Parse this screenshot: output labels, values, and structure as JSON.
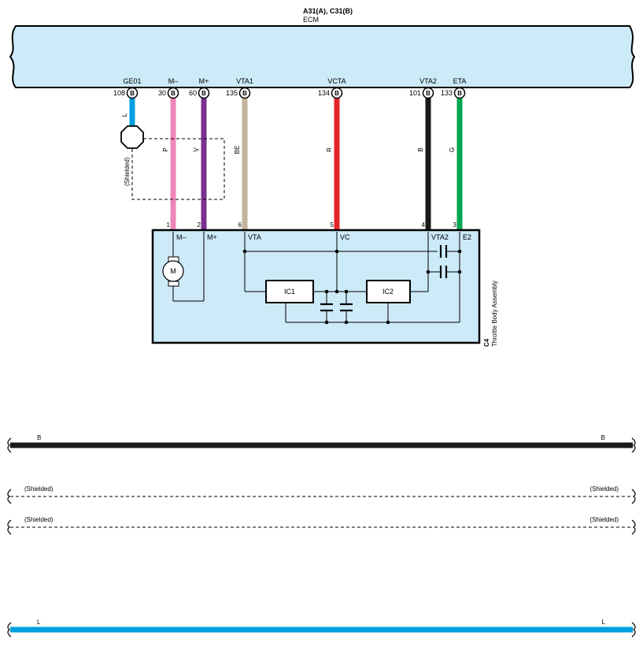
{
  "ecm": {
    "connector": "A31(A), C31(B)",
    "name": "ECM"
  },
  "terminals": [
    {
      "id": "ge01",
      "name": "GE01",
      "pin": "108",
      "conn": "B",
      "wire_code": "L",
      "wire_color": "#009fe0"
    },
    {
      "id": "mminus",
      "name": "M–",
      "pin": "30",
      "conn": "B",
      "wire_code": "P",
      "wire_color": "#ef86b9"
    },
    {
      "id": "mplus",
      "name": "M+",
      "pin": "60",
      "conn": "B",
      "wire_code": "V",
      "wire_color": "#7b2f90"
    },
    {
      "id": "vta1",
      "name": "VTA1",
      "pin": "135",
      "conn": "B",
      "wire_code": "BE",
      "wire_color": "#c2b49b"
    },
    {
      "id": "vcta",
      "name": "VCTA",
      "pin": "134",
      "conn": "B",
      "wire_code": "R",
      "wire_color": "#e5232a"
    },
    {
      "id": "vta2",
      "name": "VTA2",
      "pin": "101",
      "conn": "B",
      "wire_code": "B",
      "wire_color": "#1a1a1a"
    },
    {
      "id": "eta",
      "name": "ETA",
      "pin": "133",
      "conn": "B",
      "wire_code": "G",
      "wire_color": "#00a650"
    }
  ],
  "shield_label": "(Shielded)",
  "throttle": {
    "connector": "C4",
    "name": "Throttle Body Assembly",
    "pins": [
      {
        "num": "1",
        "label": "M–"
      },
      {
        "num": "2",
        "label": "M+"
      },
      {
        "num": "6",
        "label": "VTA"
      },
      {
        "num": "5",
        "label": "VC"
      },
      {
        "num": "4",
        "label": "VTA2"
      },
      {
        "num": "3",
        "label": "E2"
      }
    ],
    "motor_label": "M",
    "ic1_label": "IC1",
    "ic2_label": "IC2"
  },
  "wire_strips": [
    {
      "id": "black",
      "label_left": "B",
      "label_right": "B",
      "color": "#1a1a1a",
      "style": "solid"
    },
    {
      "id": "shield1",
      "label_left": "(Shielded)",
      "label_right": "(Shielded)",
      "color": "#000000",
      "style": "dashed"
    },
    {
      "id": "shield2",
      "label_left": "(Shielded)",
      "label_right": "(Shielded)",
      "color": "#000000",
      "style": "dashed"
    },
    {
      "id": "blue",
      "label_left": "L",
      "label_right": "L",
      "color": "#009fe0",
      "style": "solid"
    }
  ],
  "colors": {
    "panel_fill": "#cdeaf8",
    "outline": "#000000"
  }
}
